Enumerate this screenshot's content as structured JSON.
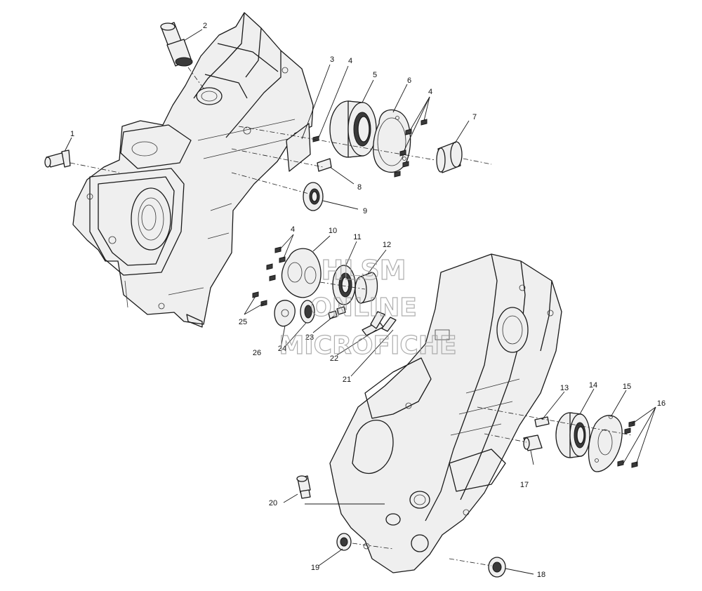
{
  "callouts": {
    "c1": "1",
    "c2": "2",
    "c3": "3",
    "c4a": "4",
    "c4b": "4",
    "c4c": "4",
    "c5": "5",
    "c6": "6",
    "c7": "7",
    "c8": "8",
    "c9": "9",
    "c10": "10",
    "c11": "11",
    "c12": "12",
    "c13": "13",
    "c14": "14",
    "c15": "15",
    "c16": "16",
    "c17": "17",
    "c18": "18",
    "c19": "19",
    "c20": "20",
    "c21": "21",
    "c22": "22",
    "c23": "23",
    "c24": "24",
    "c25": "25",
    "c26": "26"
  },
  "watermark": {
    "line1": "HLSM",
    "line2": "ONLINE",
    "line3": "MICROFICHE"
  }
}
